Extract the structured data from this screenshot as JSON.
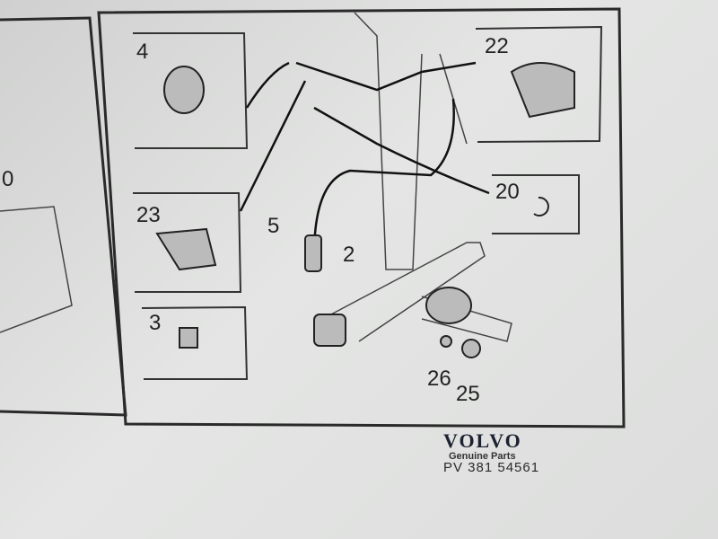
{
  "diagram": {
    "callouts": {
      "left_partial": "0",
      "c4": "4",
      "c22": "22",
      "c20": "20",
      "c23": "23",
      "c5": "5",
      "c2": "2",
      "c3": "3",
      "c26": "26",
      "c25": "25"
    }
  },
  "footer": {
    "brand": "VOLVO",
    "subtitle": "Genuine Parts",
    "part_number": "PV 381 54561"
  }
}
